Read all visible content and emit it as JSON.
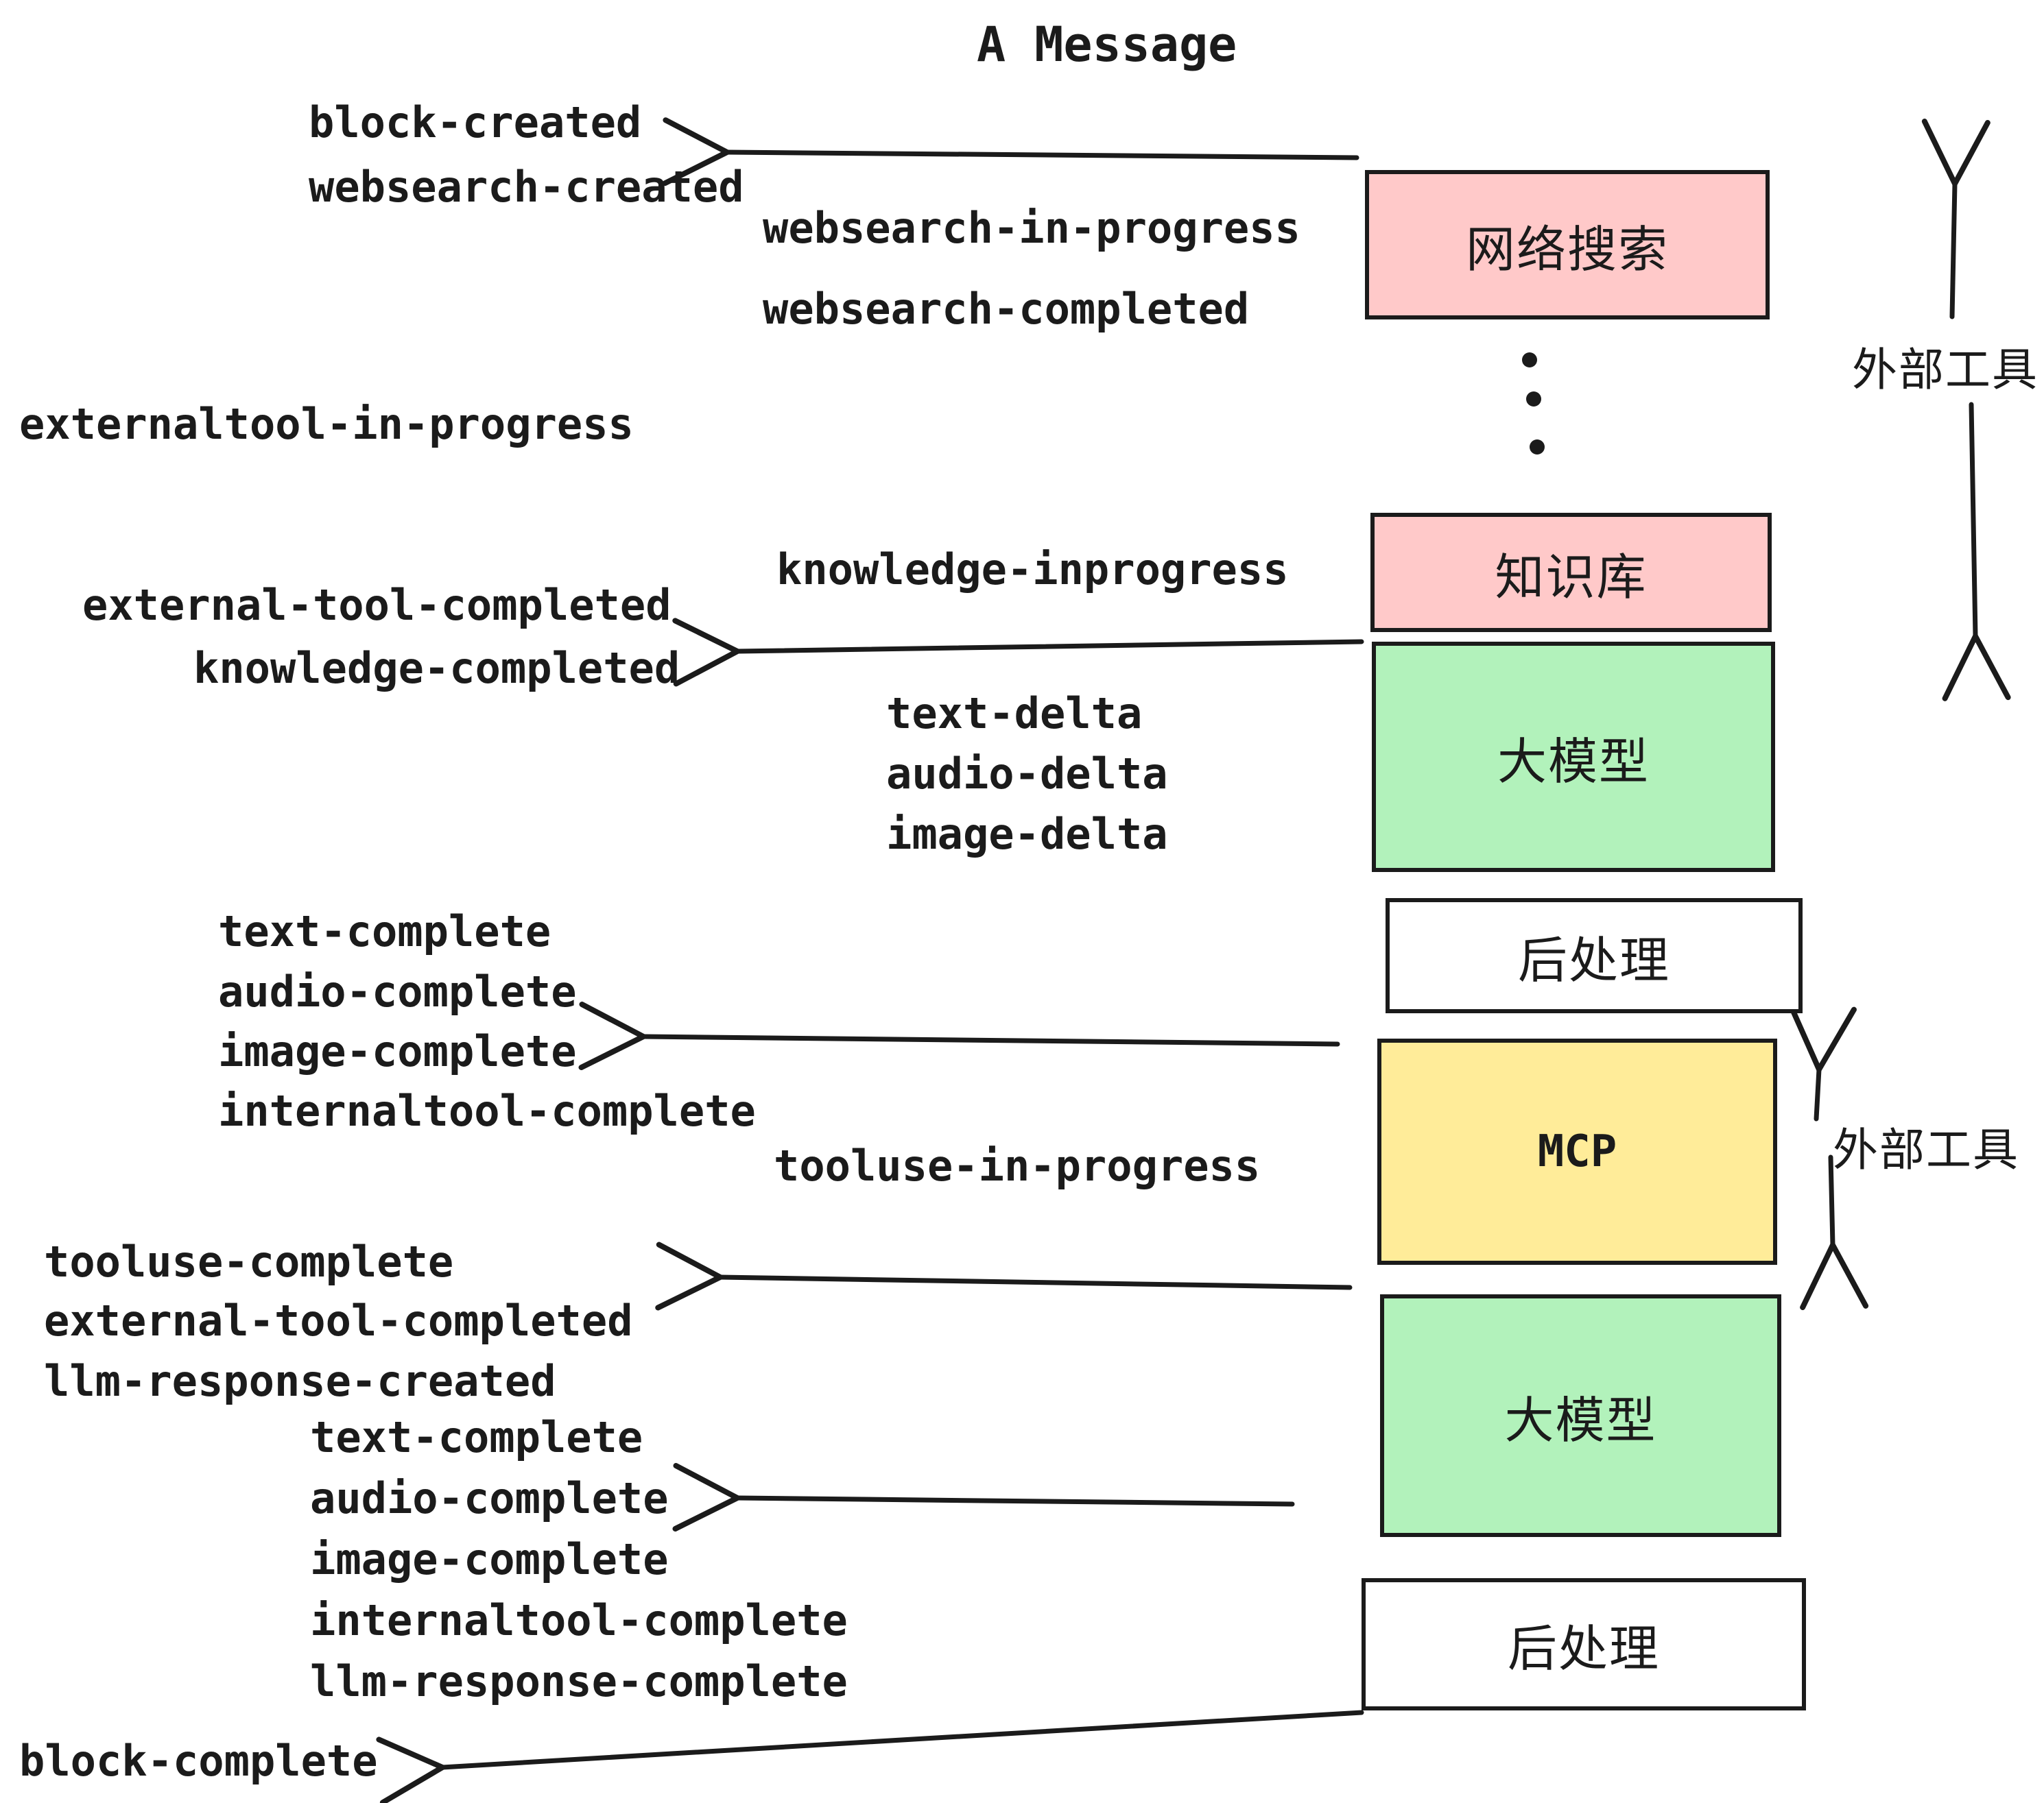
{
  "title": "A Message",
  "colors": {
    "ink": "#1b1b1b",
    "external_tool_box": "#ffc9c9",
    "llm_box": "#b2f2bb",
    "mcp_box": "#ffec99",
    "postprocess_box": "#ffffff"
  },
  "boxes": [
    {
      "label": "网络搜索",
      "color": "pink"
    },
    {
      "label": "知识库",
      "color": "pink"
    },
    {
      "label": "大模型",
      "color": "green"
    },
    {
      "label": "后处理",
      "color": "white"
    },
    {
      "label": "MCP",
      "color": "yellow"
    },
    {
      "label": "大模型",
      "color": "green"
    },
    {
      "label": "后处理",
      "color": "white"
    }
  ],
  "events": [
    "block-created",
    "websearch-created",
    "websearch-in-progress",
    "websearch-completed",
    "externaltool-in-progress",
    "knowledge-inprogress",
    "external-tool-completed",
    "knowledge-completed",
    "text-delta",
    "audio-delta",
    "image-delta",
    "text-complete",
    "audio-complete",
    "image-complete",
    "internaltool-complete",
    "tooluse-in-progress",
    "tooluse-complete",
    "external-tool-completed",
    "llm-response-created",
    "text-complete",
    "audio-complete",
    "image-complete",
    "internaltool-complete",
    "llm-response-complete",
    "block-complete"
  ],
  "side_labels": [
    "外部工具",
    "外部工具"
  ],
  "ellipsis_dot_count": 3
}
